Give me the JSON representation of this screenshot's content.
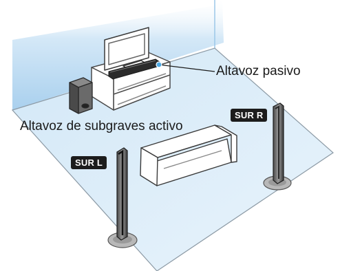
{
  "labels": {
    "passive_speaker": "Altavoz pasivo",
    "active_subwoofer": "Altavoz de subgraves activo",
    "surround_left": "SUR L",
    "surround_right": "SUR R"
  },
  "colors": {
    "room_floor": "#d9ecf9",
    "room_wall": "#b7d9f2",
    "badge_background": "#1c1c1c",
    "badge_text": "#ffffff",
    "pointer_dot": "#4da9e4"
  }
}
